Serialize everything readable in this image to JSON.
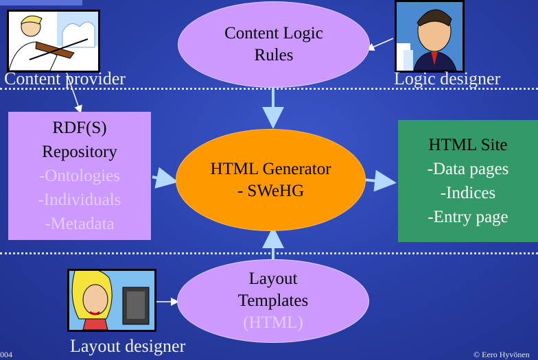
{
  "nodes": {
    "content_logic_rules": {
      "lines": [
        "Content Logic",
        "Rules"
      ]
    },
    "rdf_repository": {
      "title_lines": [
        "RDF(S)",
        "Repository"
      ],
      "items": [
        "-Ontologies",
        "-Individuals",
        "-Metadata"
      ]
    },
    "html_generator": {
      "lines": [
        "HTML Generator",
        "- SWeHG"
      ]
    },
    "html_site": {
      "title": "HTML Site",
      "items": [
        "-Data pages",
        "-Indices",
        "-Entry page"
      ]
    },
    "layout_templates": {
      "lines": [
        "Layout",
        "Templates"
      ],
      "muted": "(HTML)"
    }
  },
  "roles": {
    "content_provider": "Content provider",
    "logic_designer": "Logic designer",
    "layout_designer": "Layout designer"
  },
  "footer": {
    "left": "004",
    "right": "© Eero Hyvönen"
  },
  "colors": {
    "ellipse_fill": "#cc99ff",
    "repository_fill": "#cc99ff",
    "generator_fill": "#ff9900",
    "site_fill": "#339966",
    "arrow": "#b3d9ff",
    "divider": "#d9def7"
  },
  "icons": [
    "violinist-clipart",
    "businessman-clipart",
    "woman-at-computer-clipart"
  ]
}
